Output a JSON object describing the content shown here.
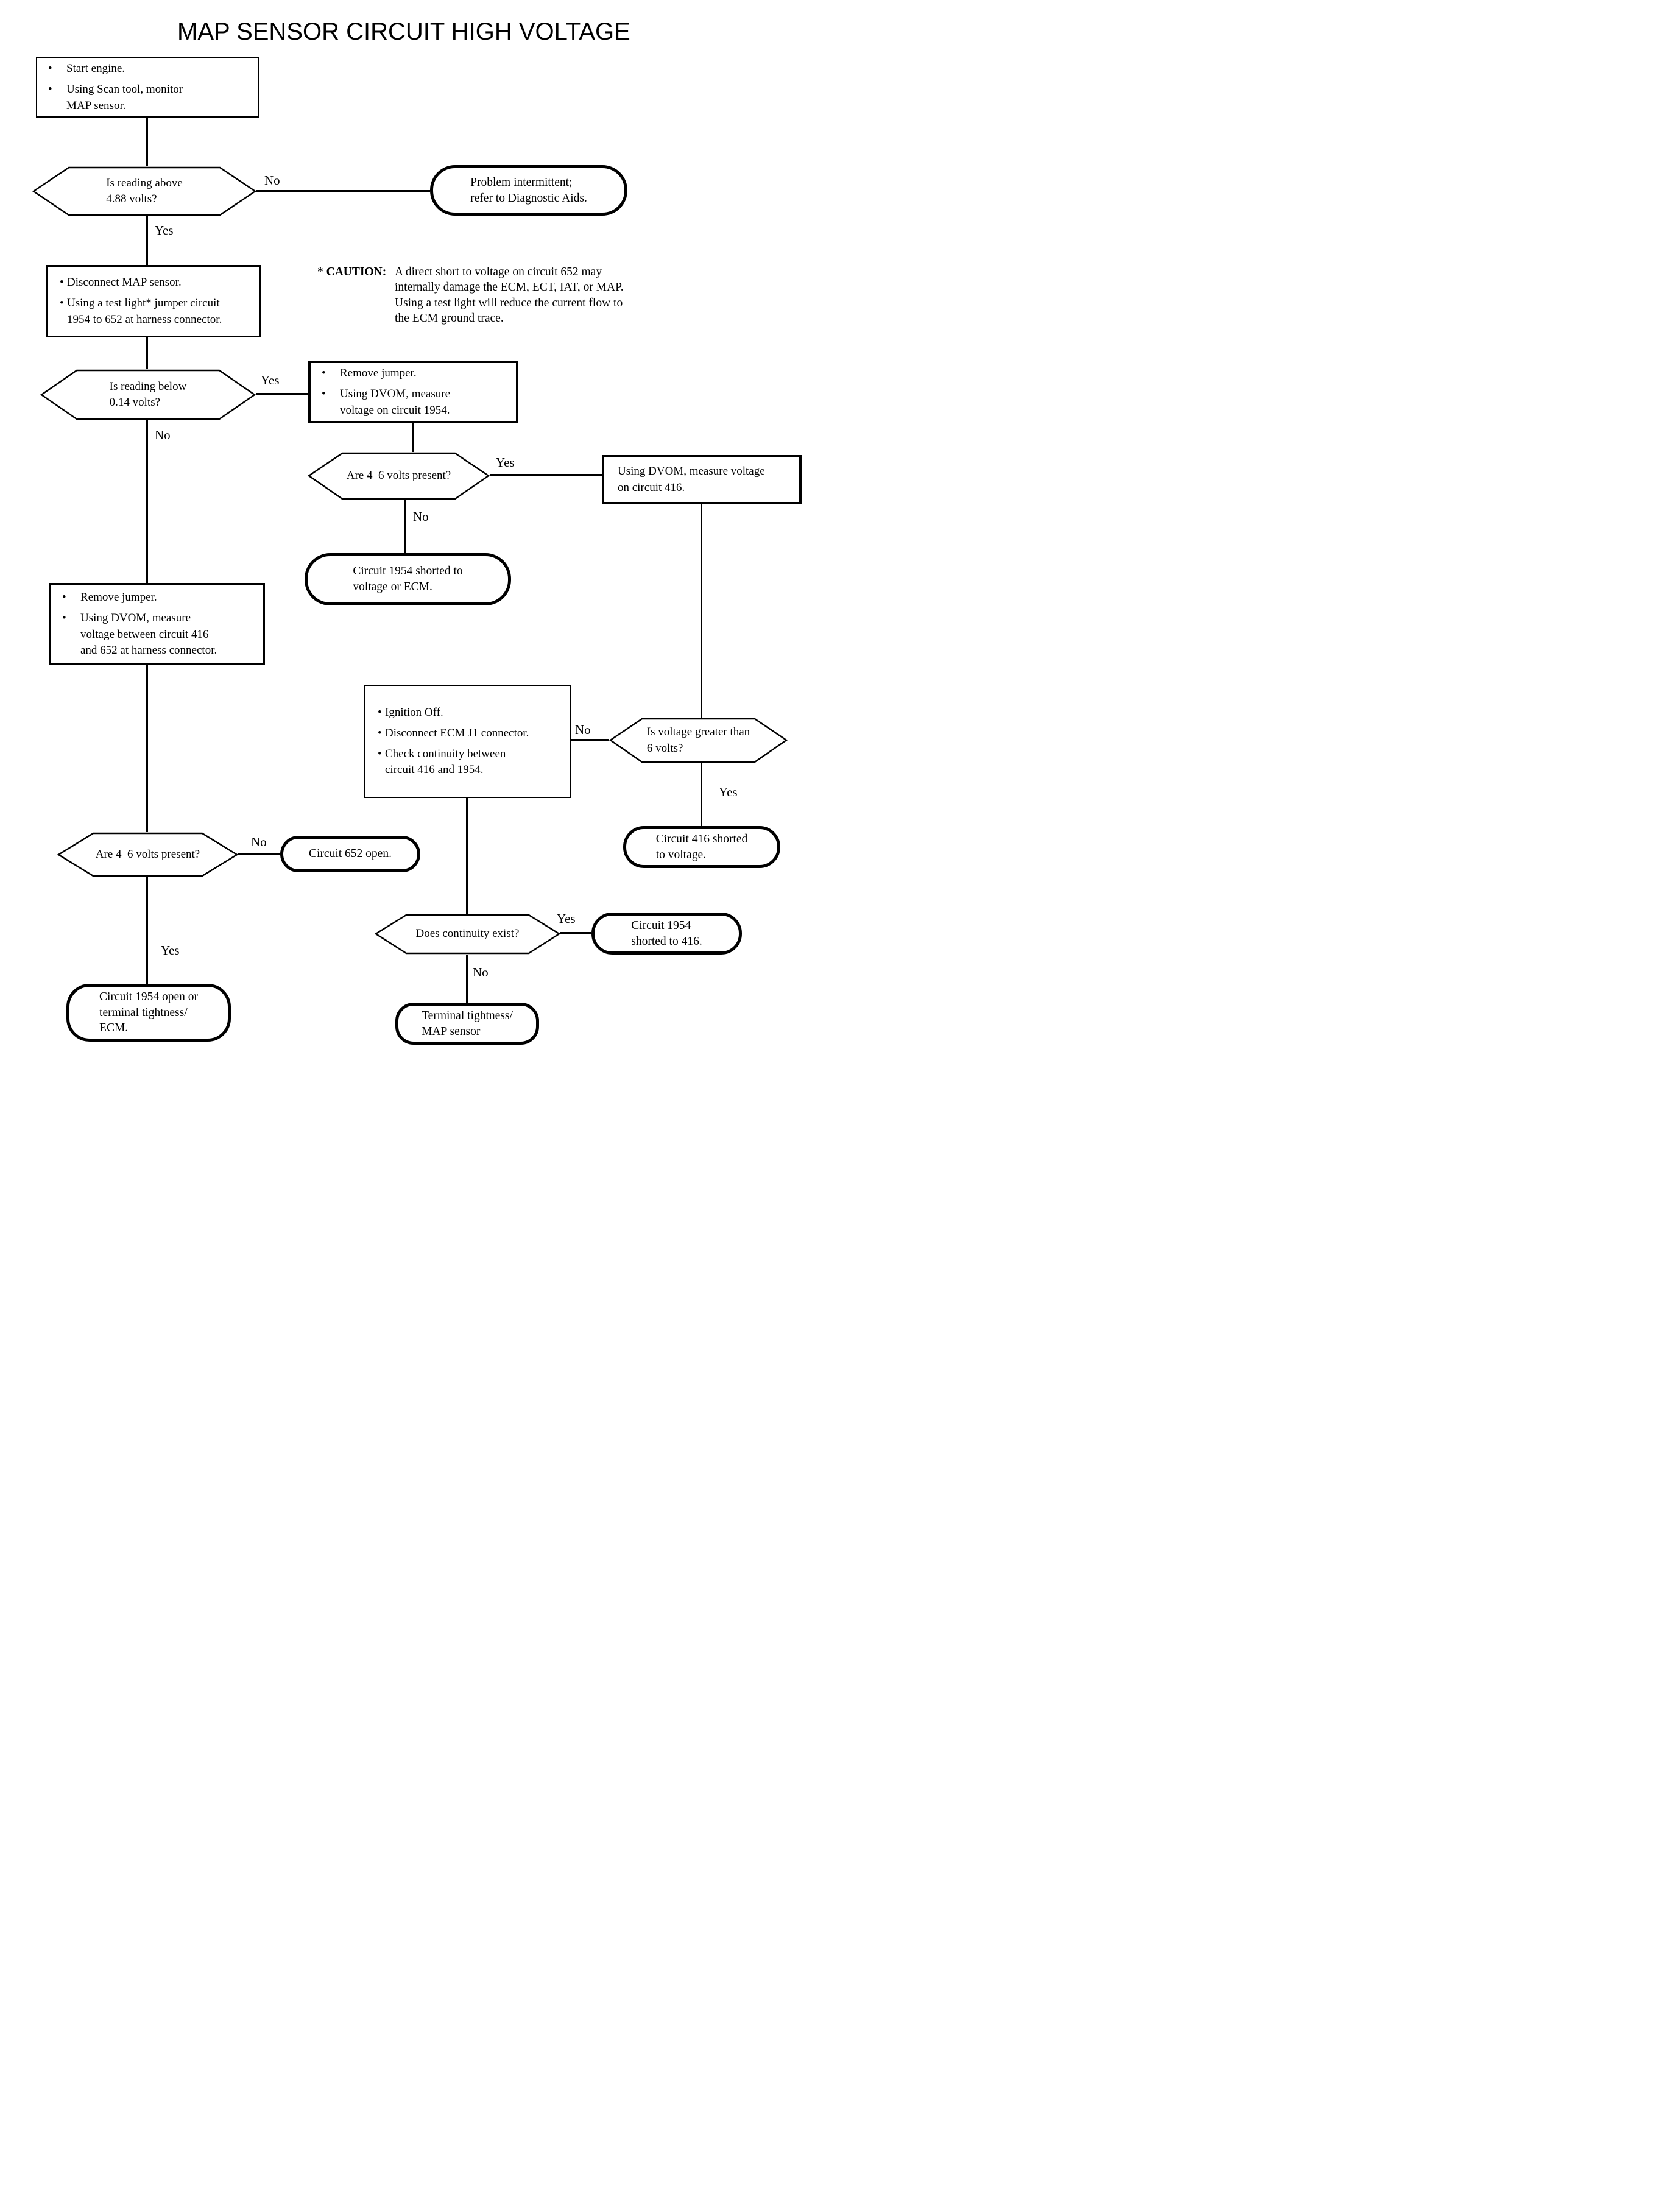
{
  "title": "MAP SENSOR CIRCUIT HIGH VOLTAGE",
  "caution": {
    "label": "* CAUTION:",
    "text": "A direct short to voltage on circuit 652 may\ninternally damage the ECM, ECT, IAT, or MAP.\nUsing a test light will reduce the current flow to\nthe ECM ground trace."
  },
  "nodes": {
    "start": {
      "bullets": [
        "Start engine.",
        "Using Scan tool, monitor\nMAP sensor."
      ]
    },
    "d1": {
      "text": "Is reading above\n4.88 volts?"
    },
    "problem_intermittent": {
      "text": "Problem intermittent;\nrefer to Diagnostic Aids."
    },
    "disconnect": {
      "bullets": [
        "Disconnect MAP sensor.",
        "Using a test light* jumper circuit\n1954 to 652 at harness connector."
      ]
    },
    "d2": {
      "text": "Is reading below\n0.14 volts?"
    },
    "remove_jumper_1954": {
      "bullets": [
        "Remove jumper.",
        "Using DVOM, measure\nvoltage on circuit 1954."
      ]
    },
    "d3": {
      "text": "Are 4–6 volts present?"
    },
    "dvom_416": {
      "text": "Using DVOM, measure voltage\non circuit 416."
    },
    "shorted_1954": {
      "text": "Circuit 1954 shorted to\nvoltage or ECM."
    },
    "remove_jumper_416": {
      "bullets": [
        "Remove jumper.",
        "Using DVOM, measure\nvoltage between circuit 416\nand 652 at harness connector."
      ]
    },
    "ignition": {
      "bullets": [
        "Ignition Off.",
        "Disconnect ECM J1 connector.",
        "Check continuity between\ncircuit 416 and 1954."
      ]
    },
    "d4": {
      "text": "Is voltage greater than\n6 volts?"
    },
    "shorted_416": {
      "text": "Circuit 416 shorted\nto voltage."
    },
    "d5": {
      "text": "Are 4–6 volts present?"
    },
    "open_652": {
      "text": "Circuit 652 open."
    },
    "d6": {
      "text": "Does continuity exist?"
    },
    "shorted_1954_416": {
      "text": "Circuit 1954\nshorted to 416."
    },
    "open_1954": {
      "text": "Circuit 1954 open or\nterminal tightness/\nECM."
    },
    "terminal_map": {
      "text": "Terminal tightness/\nMAP sensor"
    }
  },
  "labels": {
    "d1_no": "No",
    "d1_yes": "Yes",
    "d2_yes": "Yes",
    "d2_no": "No",
    "d3_yes": "Yes",
    "d3_no": "No",
    "d4_no": "No",
    "d4_yes": "Yes",
    "d5_no": "No",
    "d5_yes": "Yes",
    "d6_yes": "Yes",
    "d6_no": "No"
  },
  "colors": {
    "ink": "#000000",
    "paper": "#ffffff"
  }
}
